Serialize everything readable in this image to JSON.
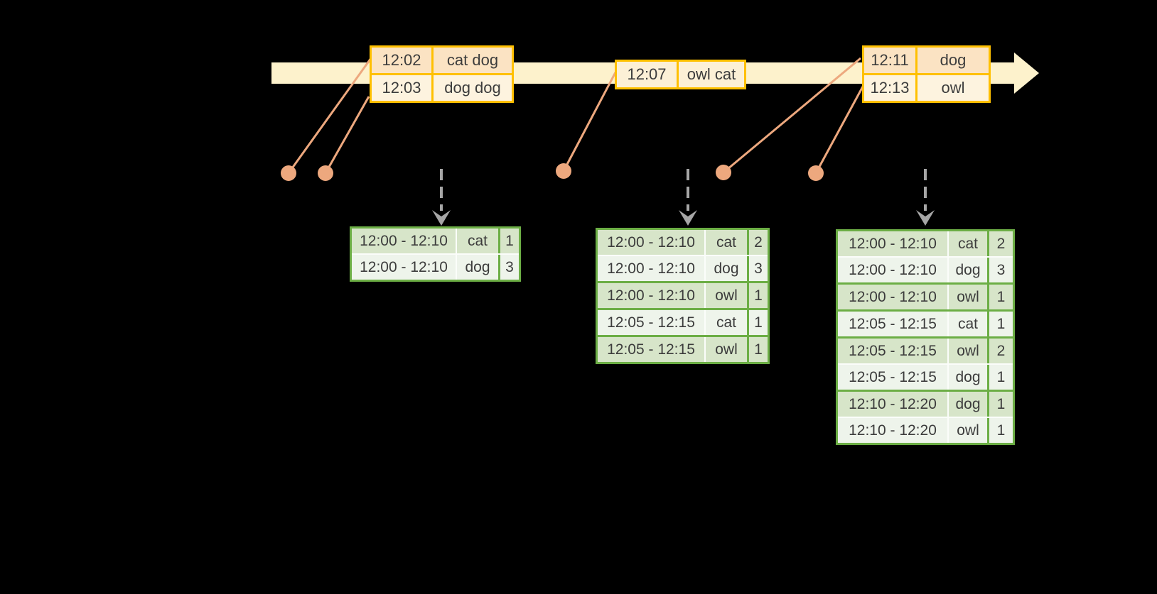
{
  "colors": {
    "accent_gold": "#FFC000",
    "bar_cream": "#FDF2CC",
    "event_row_dark": "#FBE3C3",
    "event_row_light": "#FDF3DF",
    "event_row_mid": "#FCF0D6",
    "green_border": "#6CAE45",
    "green_row_dark": "#D7E5C9",
    "green_row_light": "#EEF4EB",
    "connector_salmon": "#EDA87E",
    "arrow_gray": "#A6A6A6",
    "text": "#3C3C3C"
  },
  "event_tables": [
    {
      "rows": [
        {
          "time": "12:02",
          "words": "cat dog"
        },
        {
          "time": "12:03",
          "words": "dog dog"
        }
      ]
    },
    {
      "rows": [
        {
          "time": "12:07",
          "words": "owl cat"
        }
      ]
    },
    {
      "rows": [
        {
          "time": "12:11",
          "words": "dog"
        },
        {
          "time": "12:13",
          "words": "owl"
        }
      ]
    }
  ],
  "result_tables": [
    {
      "rows": [
        {
          "window": "12:00 - 12:10",
          "word": "cat",
          "count": "1"
        },
        {
          "window": "12:00 - 12:10",
          "word": "dog",
          "count": "3"
        }
      ]
    },
    {
      "rows": [
        {
          "window": "12:00 - 12:10",
          "word": "cat",
          "count": "2"
        },
        {
          "window": "12:00 - 12:10",
          "word": "dog",
          "count": "3"
        },
        {
          "window": "12:00 - 12:10",
          "word": "owl",
          "count": "1"
        },
        {
          "window": "12:05 - 12:15",
          "word": "cat",
          "count": "1"
        },
        {
          "window": "12:05 - 12:15",
          "word": "owl",
          "count": "1"
        }
      ]
    },
    {
      "rows": [
        {
          "window": "12:00 - 12:10",
          "word": "cat",
          "count": "2"
        },
        {
          "window": "12:00 - 12:10",
          "word": "dog",
          "count": "3"
        },
        {
          "window": "12:00 - 12:10",
          "word": "owl",
          "count": "1"
        },
        {
          "window": "12:05 - 12:15",
          "word": "cat",
          "count": "1"
        },
        {
          "window": "12:05 - 12:15",
          "word": "owl",
          "count": "2"
        },
        {
          "window": "12:05 - 12:15",
          "word": "dog",
          "count": "1"
        },
        {
          "window": "12:10 - 12:20",
          "word": "dog",
          "count": "1"
        },
        {
          "window": "12:10 - 12:20",
          "word": "owl",
          "count": "1"
        }
      ]
    }
  ]
}
